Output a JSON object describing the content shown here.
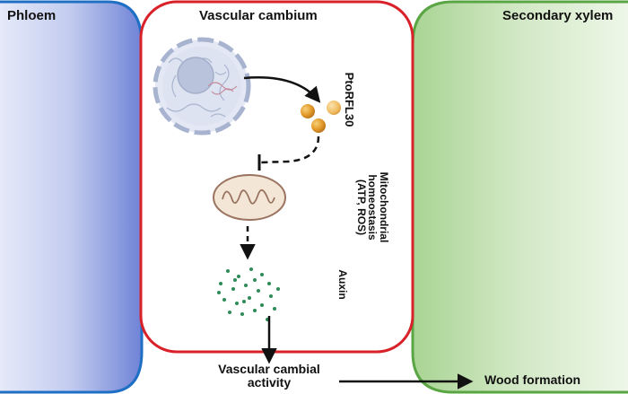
{
  "regions": {
    "phloem": "Phloem",
    "vascular_cambium": "Vascular cambium",
    "secondary_xylem": "Secondary xylem"
  },
  "molecules": {
    "protein": "PtoRFL30",
    "mitochondrial_homeostasis": "Mitochondrial\nhomeostasis\n(ATP, ROS)",
    "auxin": "Auxin"
  },
  "outcomes": {
    "cambial_activity": "Vascular cambial\nactivity",
    "wood_formation": "Wood formation"
  },
  "colors": {
    "phloem_border": "#1f6fc4",
    "phloem_fill_dark": "#6f83d6",
    "cambium_border": "#d9212a",
    "xylem_border": "#5aa544",
    "xylem_fill": "#a9d494",
    "protein_fill": "#e39a2a",
    "auxin_dot": "#2e8b57",
    "mito_fill": "#f3e6d6",
    "mito_stroke": "#9a7460",
    "nucleus_fill": "#b9c4dc"
  }
}
